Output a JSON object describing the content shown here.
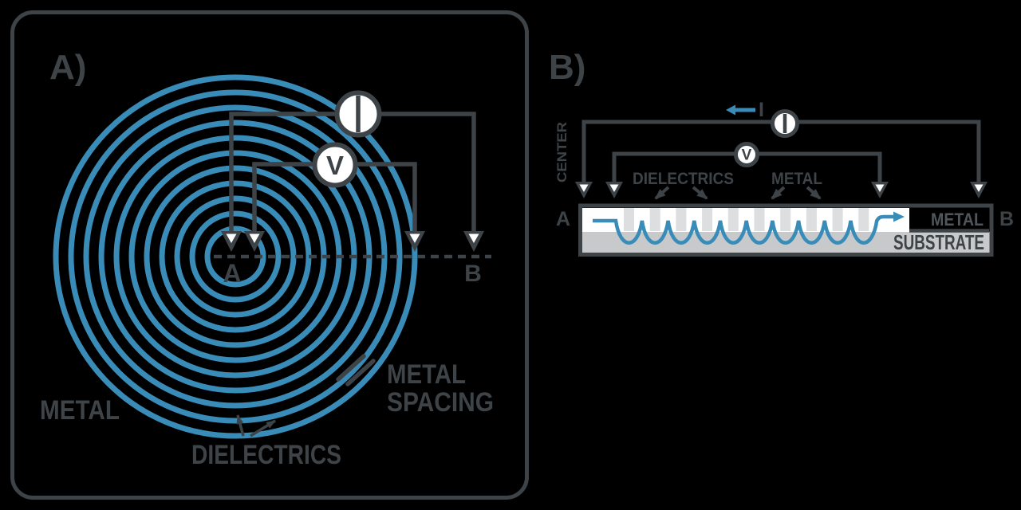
{
  "figure": {
    "description_note": "two-panel schematic: A) top view of spiral metal capacitor with V and I meters, B) cross-section of metal/dielectric structure on substrate"
  },
  "colors": {
    "accent_blue": "#3A8CB8",
    "line_dark": "#3E4347",
    "substrate_gray": "#C7C9CB",
    "post_gray": "#DCDEE0",
    "meter_fill": "#FFFFFF",
    "metal_text_gray": "#51565B",
    "background": "#000000"
  },
  "panel_a": {
    "label": "A)",
    "voltmeter_label": "V",
    "terminal_a": "A",
    "terminal_b": "B",
    "metal_label": "METAL",
    "dielectrics_label": "DIELECTRICS",
    "metal_spacing_line1": "METAL",
    "metal_spacing_line2": "SPACING"
  },
  "panel_b": {
    "label": "B)",
    "center_label": "CENTER",
    "current_label": "I",
    "voltmeter_label": "V",
    "dielectrics_label": "DIELECTRICS",
    "metal_label": "METAL",
    "terminal_a": "A",
    "terminal_b": "B",
    "metal_layer_label": "METAL",
    "substrate_label": "SUBSTRATE"
  }
}
